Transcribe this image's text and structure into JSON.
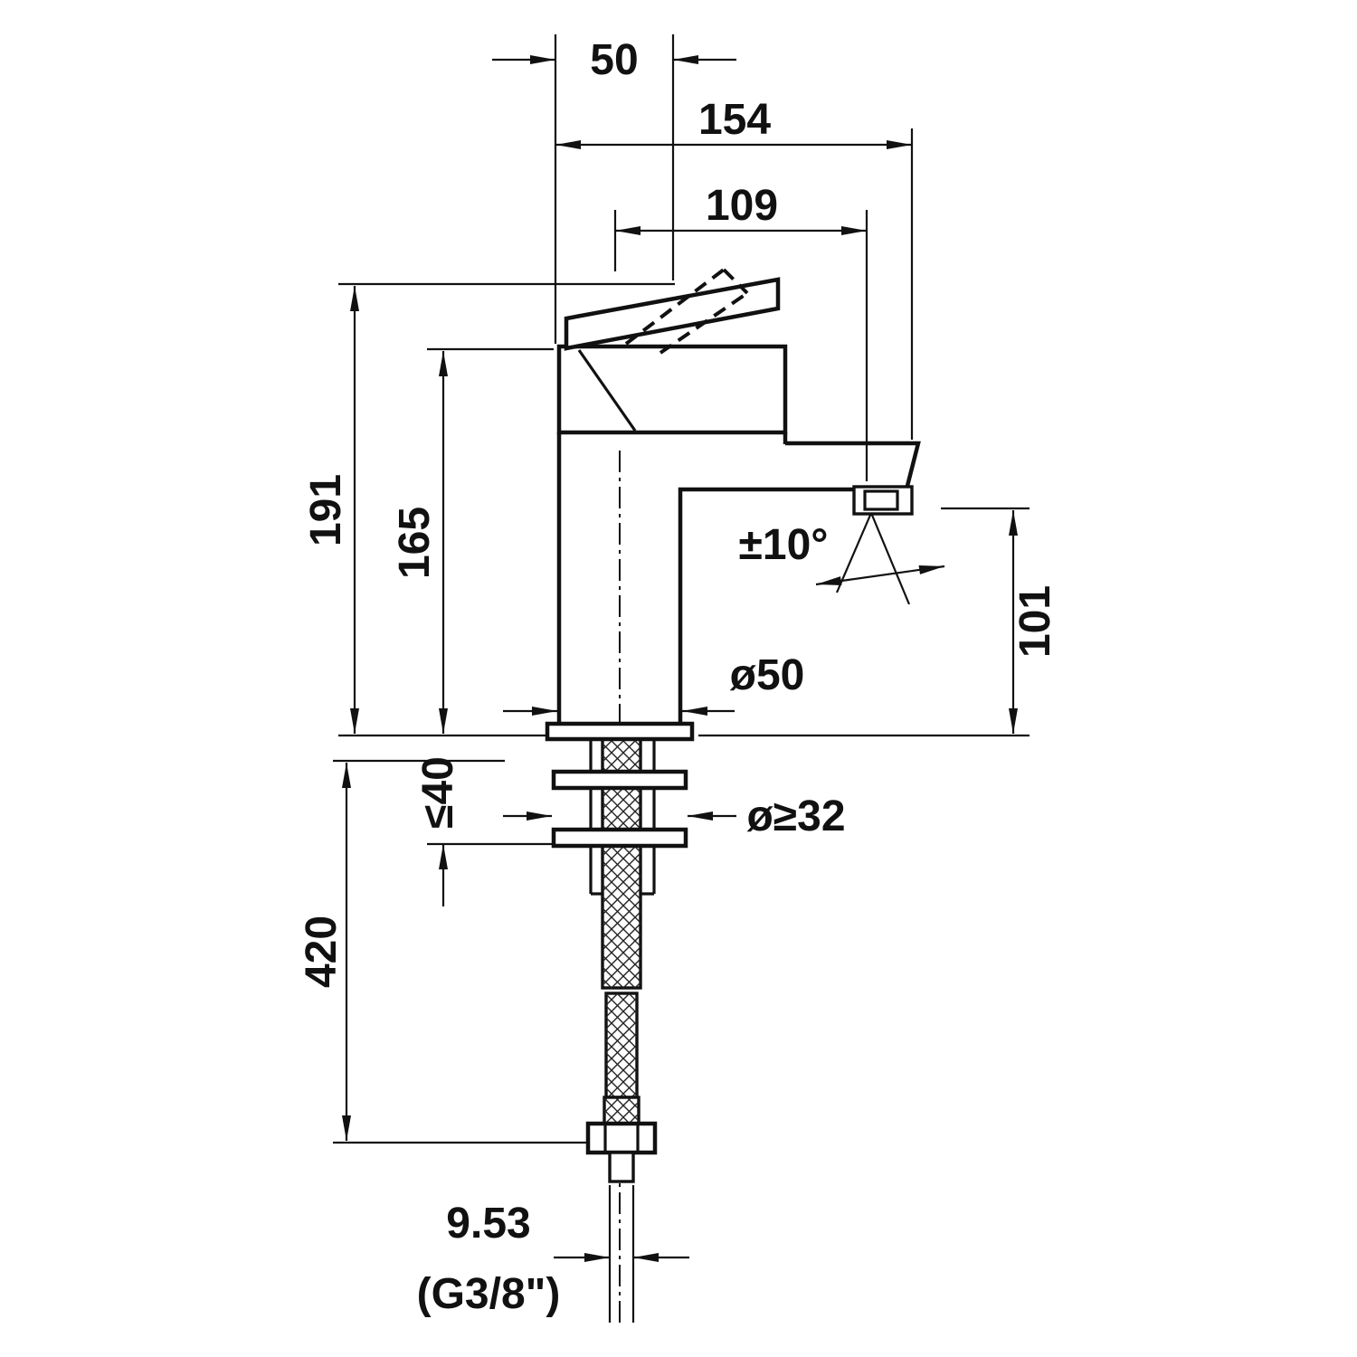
{
  "drawing": {
    "type": "technical-dimension-drawing",
    "subject": "single-lever basin mixer faucet, side elevation with mounting hose",
    "line_color": "#111111",
    "background": "#ffffff",
    "labels": {
      "handle_depth": "50",
      "overall_reach": "154",
      "spout_reach": "109",
      "overall_height": "191",
      "body_height": "165",
      "spout_outlet_height": "101",
      "spout_angle": "±10°",
      "base_diameter": "ø50",
      "max_counter_thickness": "≤40",
      "min_hole_diameter": "ø≥32",
      "hose_length": "420",
      "connector_size": "9.53",
      "connector_thread": "(G3/8\")"
    }
  }
}
